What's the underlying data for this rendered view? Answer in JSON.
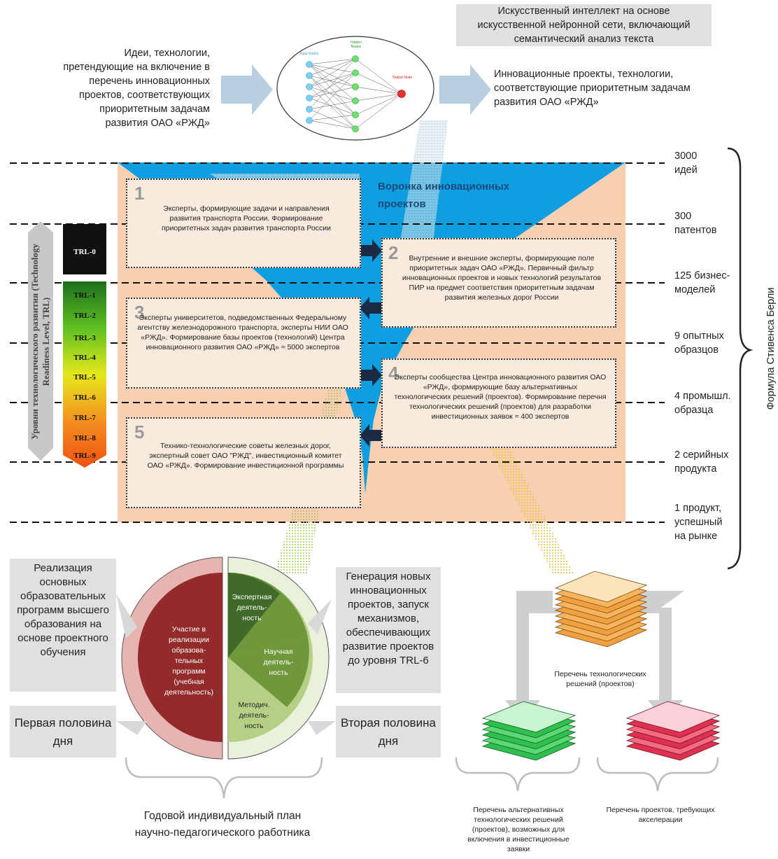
{
  "top": {
    "ai_label": "Искусственный интеллект на основе искусственной нейронной сети, включающий семантический анализ текста",
    "input_text": "Идеи, технологии, претендующие на включение в перечень инновационных проектов, соответствующих приоритетным задачам развития ОАО «РЖД»",
    "output_text": "Инновационные проекты, технологии, соответствующие приоритетным задачам развития ОАО «РЖД»",
    "nn_input": "Input Nodes",
    "nn_hidden": "Hidden Nodes",
    "nn_output": "Output Node"
  },
  "funnel": {
    "title": "Воронка инновационных проектов",
    "boxes": [
      {
        "num": "1",
        "text": "Эксперты, формирующие задачи и направления развития транспорта России. Формирование приоритетных задач развития транспорта России"
      },
      {
        "num": "2",
        "text": "Внутренние и внешние эксперты, формирующие поле приоритетных задач ОАО «РЖД». Первичный фильтр инновационных проектов и новых технологий результатов ПИР на предмет соответствия приоритетным задачам развития железных дорог России"
      },
      {
        "num": "3",
        "text": "Эксперты университетов, подведомственных Федеральному агентству железнодорожного транспорта, эксперты НИИ ОАО «РЖД». Формирование базы проектов (технологий) Центра инновационного развития ОАО «РЖД» ≈ 5000 экспертов"
      },
      {
        "num": "4",
        "text": "Эксперты сообщества Центра инновационного развития ОАО «РЖД», формирующие базу альтернативных технологических решений (проектов). Формирование перечня технологических решений (проектов) для разработки инвестиционных заявок ≈ 400 экспертов"
      },
      {
        "num": "5",
        "text": "Технико-технологические советы железных дорог, экспертный совет ОАО \"РЖД\", инвестиционный комитет ОАО «РЖД». Формирование инвестиционной программы"
      }
    ]
  },
  "levels": [
    "3000 идей",
    "300 патентов",
    "125 бизнес-моделей",
    "9 опытных образцов",
    "4 промышл. образца",
    "2 серийных продукта",
    "1 продукт, успешный на рынке"
  ],
  "berli": "Формула Стивенса Берли",
  "trl": {
    "axis_label": "Уровни технологического развития (Technology Readiness Level, TRL)",
    "items": [
      "TRL-0",
      "TRL-1",
      "TRL-2",
      "TRL-3",
      "TRL-4",
      "TRL-5",
      "TRL-6",
      "TRL-7",
      "TRL-8",
      "TRL-9"
    ]
  },
  "bottom": {
    "left_top": "Реализация основных образовательных программ высшего образования на основе проектного обучения",
    "left_bottom": "Первая половина дня",
    "right_top": "Генерация новых инновационных проектов, запуск механизмов, обеспечивающих развитие проектов до уровня TRL-6",
    "right_bottom": "Вторая половина дня",
    "pie_left": "Участие в реализации образова-тельных программ (учебная деятельность)",
    "pie_expert": "Экспертная деятель-ность",
    "pie_science": "Научная деятель-ность",
    "pie_method": "Методич. деятель-ность",
    "plan": "Годовой индивидуальный план научно-педагогического работника",
    "list_tech": "Перечень технологических решений (проектов)",
    "list_alt": "Перечень альтернативных технологических решений (проектов), возможных для включения в инвестиционные заявки",
    "list_accel": "Перечень проектов, требующих акселерации"
  },
  "colors": {
    "funnel": "#0f9fe0",
    "panel": "#f7cfb1",
    "pie_red": "#922b2a",
    "pie_green_dark": "#3f6a2a",
    "pie_green": "#6e983a",
    "pie_green_light": "#b5cf85",
    "trl_top": "#111111"
  }
}
